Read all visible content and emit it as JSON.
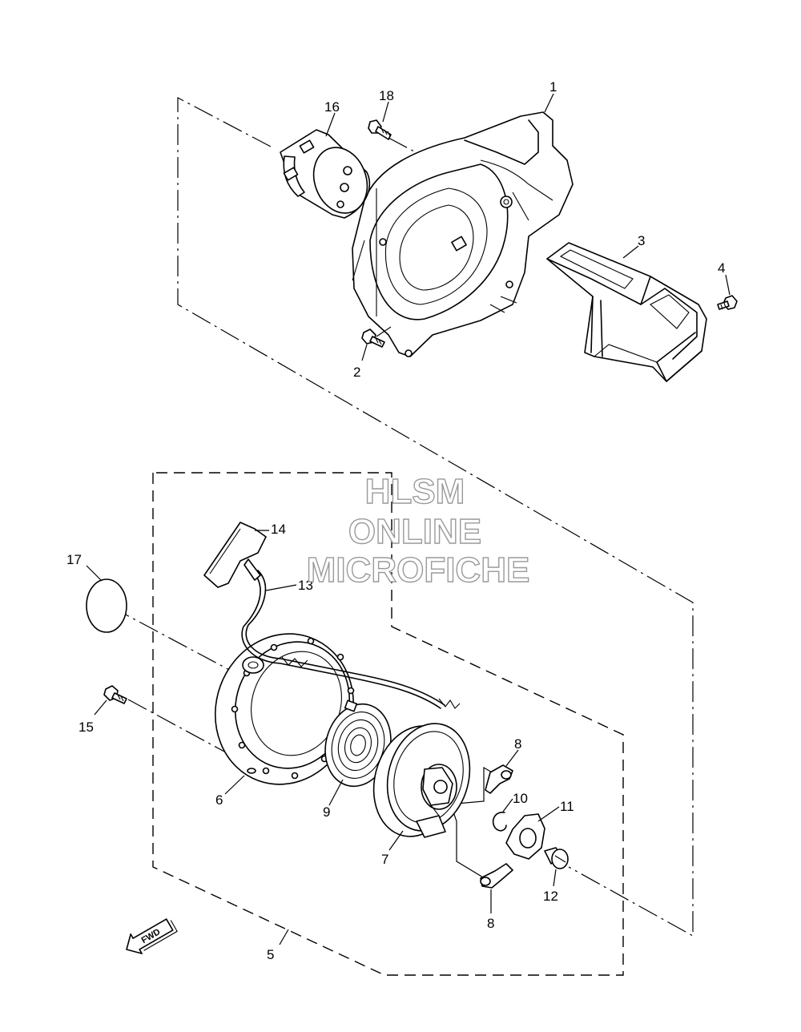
{
  "watermark": {
    "line1": "HLSM",
    "line2": "ONLINE",
    "line3": "MICROFICHE",
    "color": "#9a9a9a"
  },
  "fwd_marker": {
    "label": "FWD",
    "icon": "fwd-arrow-icon"
  },
  "callouts": [
    {
      "id": "1",
      "label": "1"
    },
    {
      "id": "2",
      "label": "2"
    },
    {
      "id": "3",
      "label": "3"
    },
    {
      "id": "4",
      "label": "4"
    },
    {
      "id": "5",
      "label": "5"
    },
    {
      "id": "6",
      "label": "6"
    },
    {
      "id": "7",
      "label": "7"
    },
    {
      "id": "8a",
      "label": "8"
    },
    {
      "id": "8b",
      "label": "8"
    },
    {
      "id": "9",
      "label": "9"
    },
    {
      "id": "10",
      "label": "10"
    },
    {
      "id": "11",
      "label": "11"
    },
    {
      "id": "12",
      "label": "12"
    },
    {
      "id": "13",
      "label": "13"
    },
    {
      "id": "14",
      "label": "14"
    },
    {
      "id": "15",
      "label": "15"
    },
    {
      "id": "16",
      "label": "16"
    },
    {
      "id": "17",
      "label": "17"
    },
    {
      "id": "18",
      "label": "18"
    }
  ]
}
